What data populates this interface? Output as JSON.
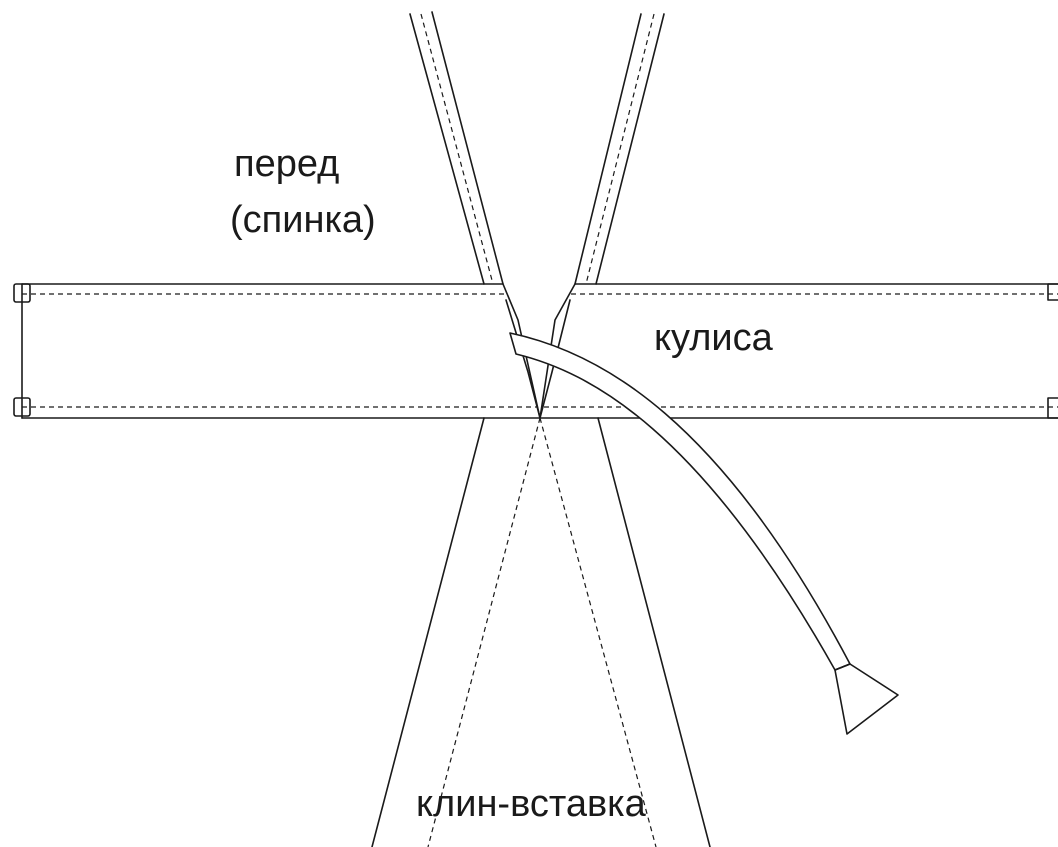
{
  "labels": {
    "front_line1": "перед",
    "front_line2": "(спинка)",
    "casing": "кулиса",
    "gusset": "клин-вставка"
  }
}
